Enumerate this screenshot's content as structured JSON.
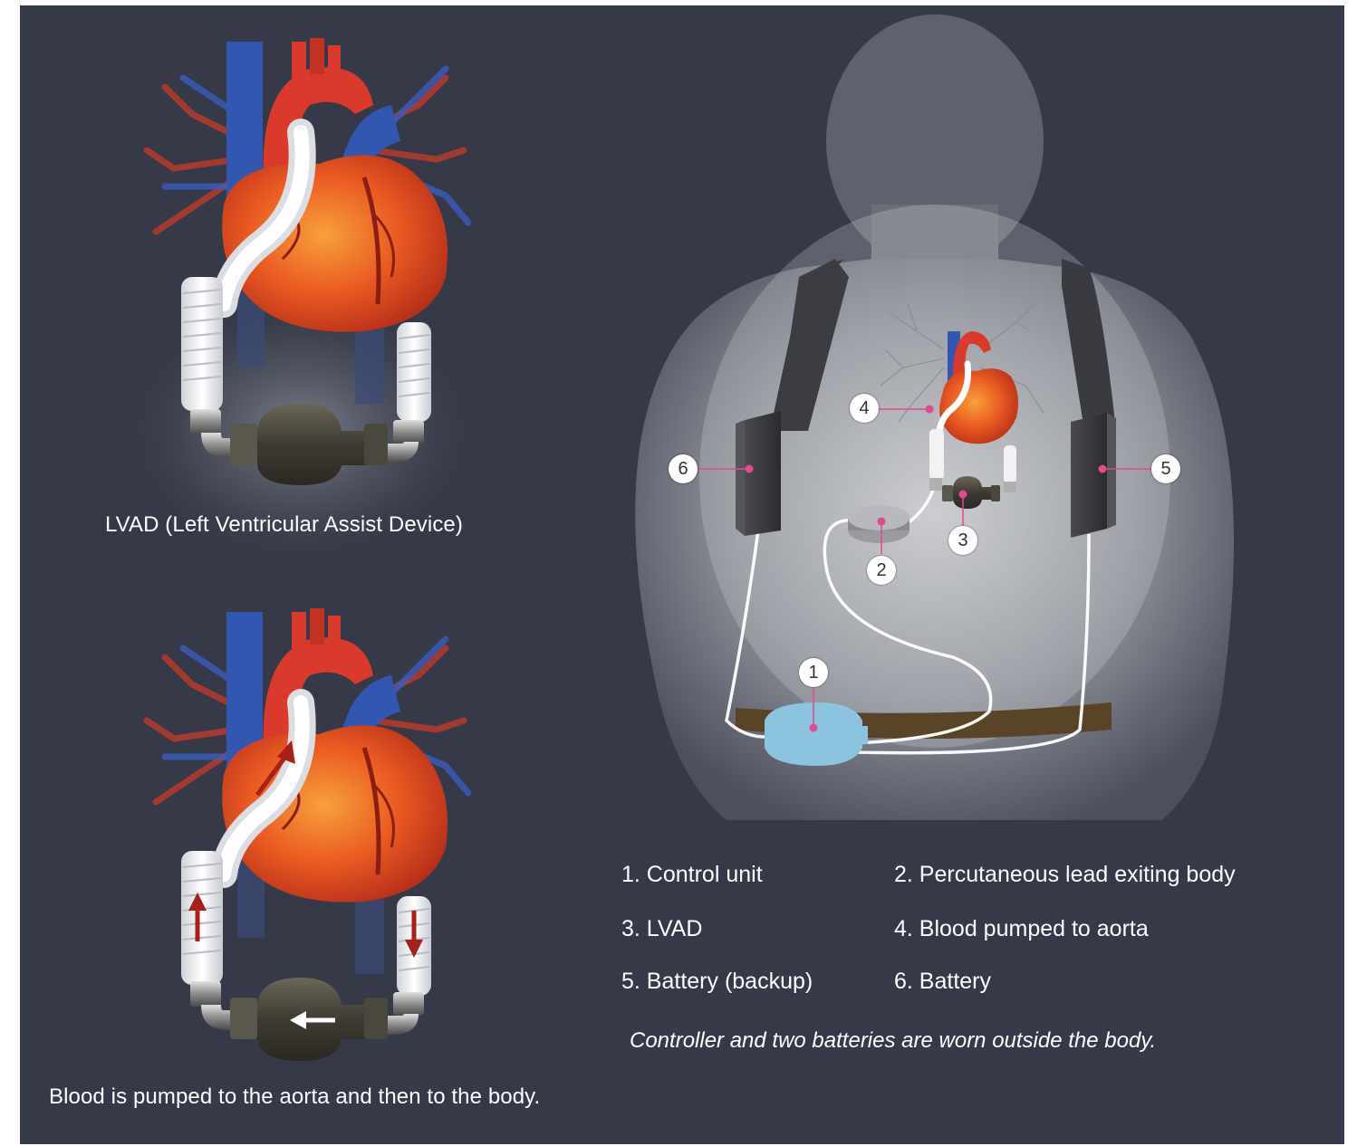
{
  "captions": {
    "lvad_title": "LVAD  (Left Ventricular Assist Device)",
    "flow_description": "Blood is pumped to the aorta and then to the body."
  },
  "callouts": [
    "1",
    "2",
    "3",
    "4",
    "5",
    "6"
  ],
  "legend": [
    "1. Control unit",
    "2. Percutaneous lead exiting body",
    "3. LVAD",
    "4. Blood pumped to aorta",
    "5. Battery (backup)",
    "6. Battery"
  ],
  "note": "Controller and two batteries are worn outside the body.",
  "colors": {
    "background": "#363a48",
    "heart": "#e8501e",
    "aorta": "#d93a2b",
    "vein": "#3356b0",
    "callout_dot": "#e04a8e",
    "control_unit": "#8cc4e0",
    "belt": "#5a4427",
    "pump": "#4a473c"
  }
}
